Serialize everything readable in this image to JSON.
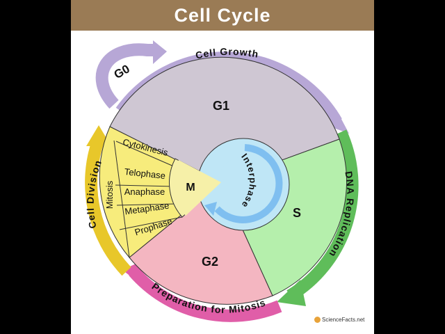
{
  "title": "Cell Cycle",
  "phases": {
    "g0": "G0",
    "g1": "G1",
    "s": "S",
    "g2": "G2",
    "m": "M",
    "interphase": "Interphase"
  },
  "arcs": {
    "cell_growth": "Cell Growth",
    "dna_replication": "DNA Replication",
    "preparation_for_mitosis": "Preparation for Mitosis",
    "cell_division": "Cell Division"
  },
  "mitosis": {
    "label": "Mitosis",
    "cytokinesis": "Cytokinesis",
    "stages": [
      "Telophase",
      "Anaphase",
      "Metaphase",
      "Prophase"
    ]
  },
  "logo_text": "ScienceFacts.net",
  "colors": {
    "header": "#9a7b55",
    "g1": "#cfc7d3",
    "s": "#b5efac",
    "g2": "#f4b6c1",
    "mitosis": "#f7ec7c",
    "m_center": "#f6f0a8",
    "interphase": "#bfe6f6",
    "cell_growth_arc": "#b7a7d6",
    "dna_arc": "#5fbd5a",
    "prep_arc": "#e05ea8",
    "division_arc": "#e8c72a"
  }
}
